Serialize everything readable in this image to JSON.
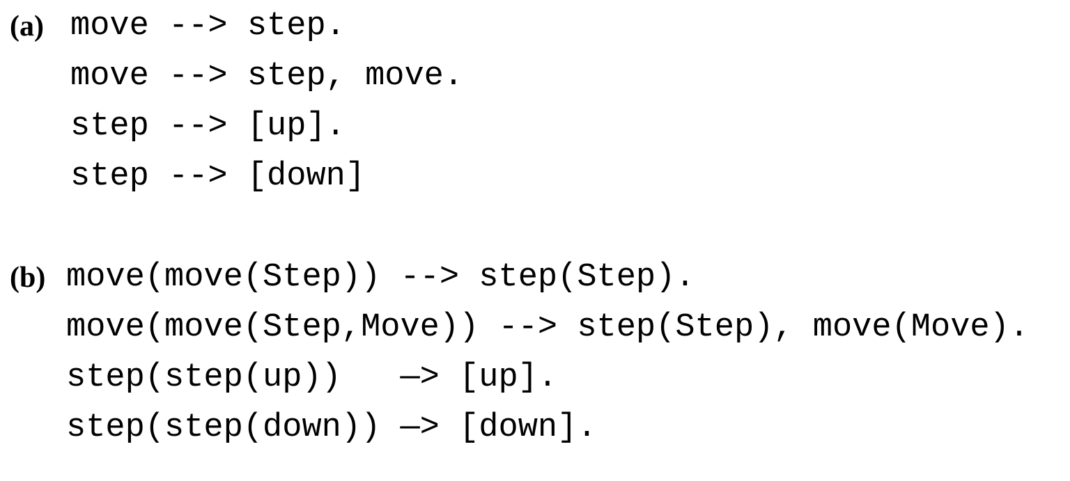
{
  "figure": {
    "description": "Two-panel code figure of Prolog definite clause grammar rules",
    "background_color": "#ffffff",
    "text_color": "#000000",
    "panels": [
      {
        "label": "(a)",
        "lines": [
          "move --> step.",
          "move --> step, move.",
          "step --> [up].",
          "step --> [down]"
        ]
      },
      {
        "label": "(b)",
        "lines": [
          "move(move(Step)) --> step(Step).",
          "move(move(Step,Move)) --> step(Step), move(Move).",
          "step(step(up))   —> [up].",
          "step(step(down)) —> [down]."
        ]
      }
    ]
  }
}
